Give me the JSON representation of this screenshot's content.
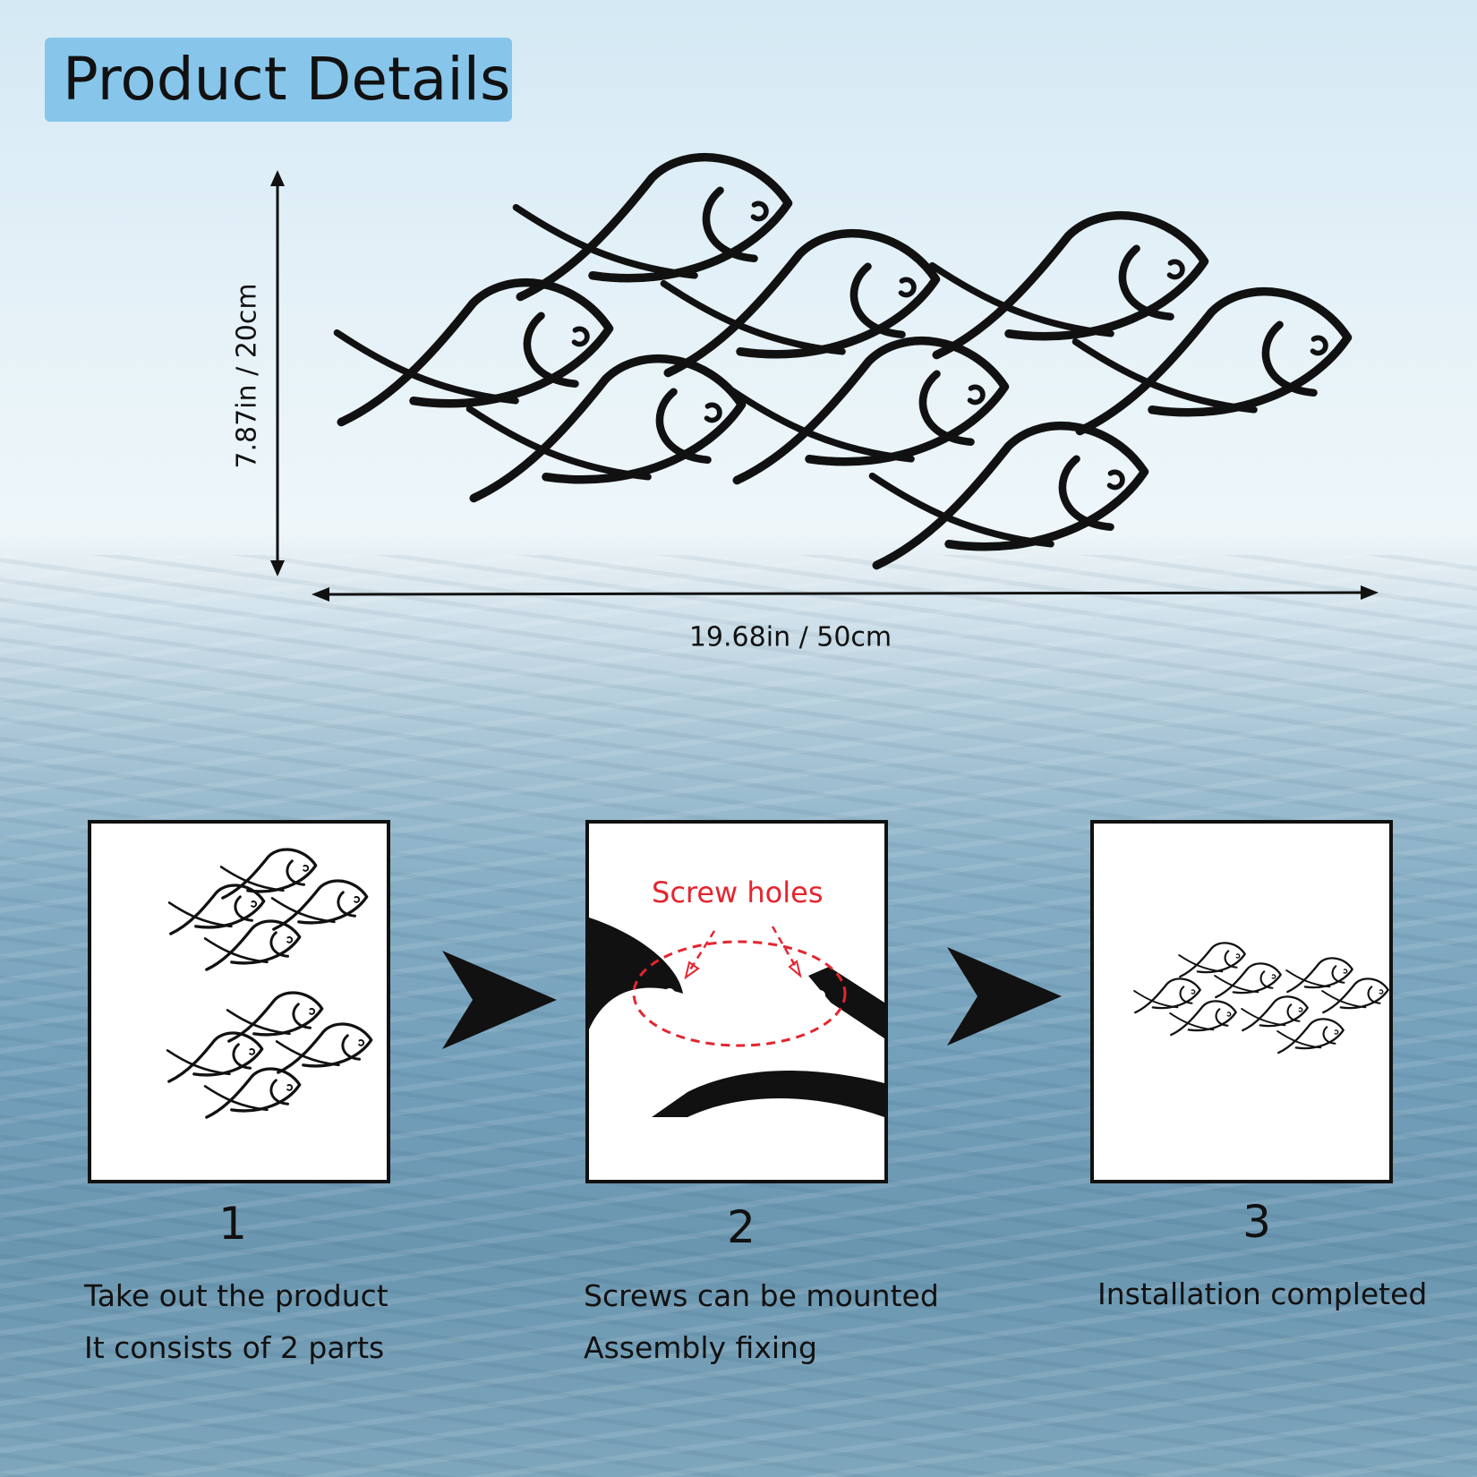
{
  "title": "Product Details",
  "dimensions": {
    "height_label": "7.87in / 20cm",
    "width_label": "19.68in / 50cm"
  },
  "colors": {
    "title_box": "#87c6ea",
    "screw_label": "#e4252f",
    "fish_outline": "#111111"
  },
  "steps": [
    {
      "number": "1",
      "lines": [
        "Take out the product",
        "It consists of 2 parts"
      ]
    },
    {
      "number": "2",
      "lines": [
        "Screws can be mounted",
        "Assembly fixing"
      ],
      "callout": "Screw holes"
    },
    {
      "number": "3",
      "lines": [
        "Installation completed"
      ]
    }
  ],
  "icons": [
    "fish-school-icon",
    "arrow-right-icon",
    "screw-hole-icon"
  ]
}
